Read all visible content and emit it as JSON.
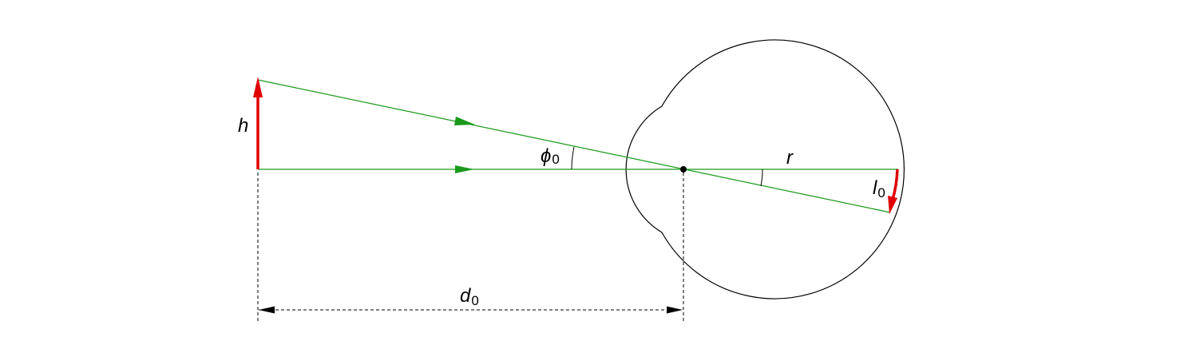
{
  "labels": {
    "object_height": {
      "main": "h",
      "sub": ""
    },
    "visual_angle": {
      "main": "ϕ",
      "sub": "0"
    },
    "eye_radius": {
      "main": "r",
      "sub": ""
    },
    "image_size": {
      "main": "l",
      "sub": "0"
    },
    "object_distance": {
      "main": "d",
      "sub": "0"
    }
  },
  "colors": {
    "background": "#ffffff",
    "outline": "#000000",
    "ray": "#1a9a1a",
    "object_arrow": "#e00000",
    "image_arrow": "#e00000",
    "dimension_line": "#000000"
  },
  "icons": {
    "object": "red-up-arrow",
    "image": "red-down-arrow",
    "ray_direction": "green-triangle-arrowhead",
    "node": "black-dot"
  }
}
